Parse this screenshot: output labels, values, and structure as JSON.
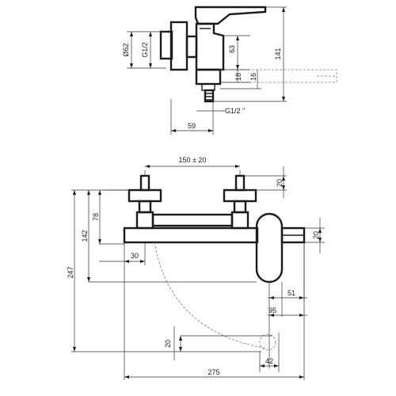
{
  "dimensions": {
    "side_view": {
      "body_diameter": "Ø62",
      "inlet_thread": "G1/2",
      "height_63": "63",
      "height_141": "141",
      "height_18": "18",
      "height_16": "16",
      "outlet_thread": "G1/2 \"",
      "depth_59": "59"
    },
    "front_view": {
      "center_distance": "150 ± 20",
      "eccentric_height": "20",
      "height_78": "78",
      "height_142": "142",
      "height_247": "247",
      "spout_height": "20",
      "offset_30": "30",
      "length_51": "51",
      "length_95": "95",
      "height_20_lower": "20",
      "length_42": "42",
      "total_length": "275"
    }
  }
}
